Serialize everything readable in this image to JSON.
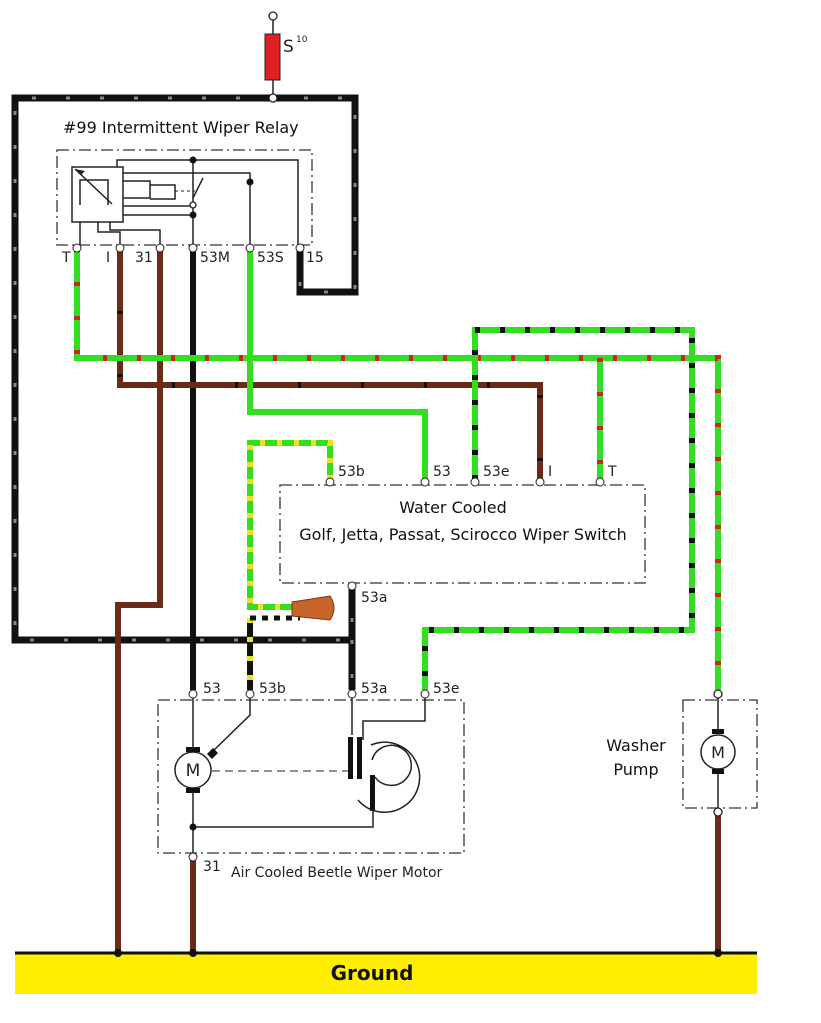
{
  "fuse": {
    "label": "S",
    "number": "10",
    "color": "#e02020"
  },
  "relay": {
    "title": "#99 Intermittent Wiper Relay",
    "terminals": [
      "T",
      "I",
      "31",
      "53M",
      "53S",
      "15"
    ]
  },
  "wiper_switch": {
    "title_line1": "Water Cooled",
    "title_line2": "Golf, Jetta, Passat, Scirocco Wiper Switch",
    "terminals": [
      "53b",
      "53",
      "53e",
      "I",
      "T"
    ],
    "bottom_terminal": "53a"
  },
  "wiper_motor": {
    "title": "Air Cooled Beetle Wiper Motor",
    "terminals": [
      "53",
      "53b",
      "53a",
      "53e"
    ],
    "ground_terminal": "31",
    "motor_symbol": "M"
  },
  "washer_pump": {
    "line1": "Washer",
    "line2": "Pump",
    "motor_symbol": "M"
  },
  "ground": {
    "label": "Ground",
    "color": "#ffee00"
  },
  "wire_colors": {
    "black": "#111111",
    "brown": "#6b2a16",
    "green": "#33dd22",
    "red_tracer": "#d42020",
    "yellow_tracer": "#f0e020",
    "connector": "#c8642a"
  }
}
